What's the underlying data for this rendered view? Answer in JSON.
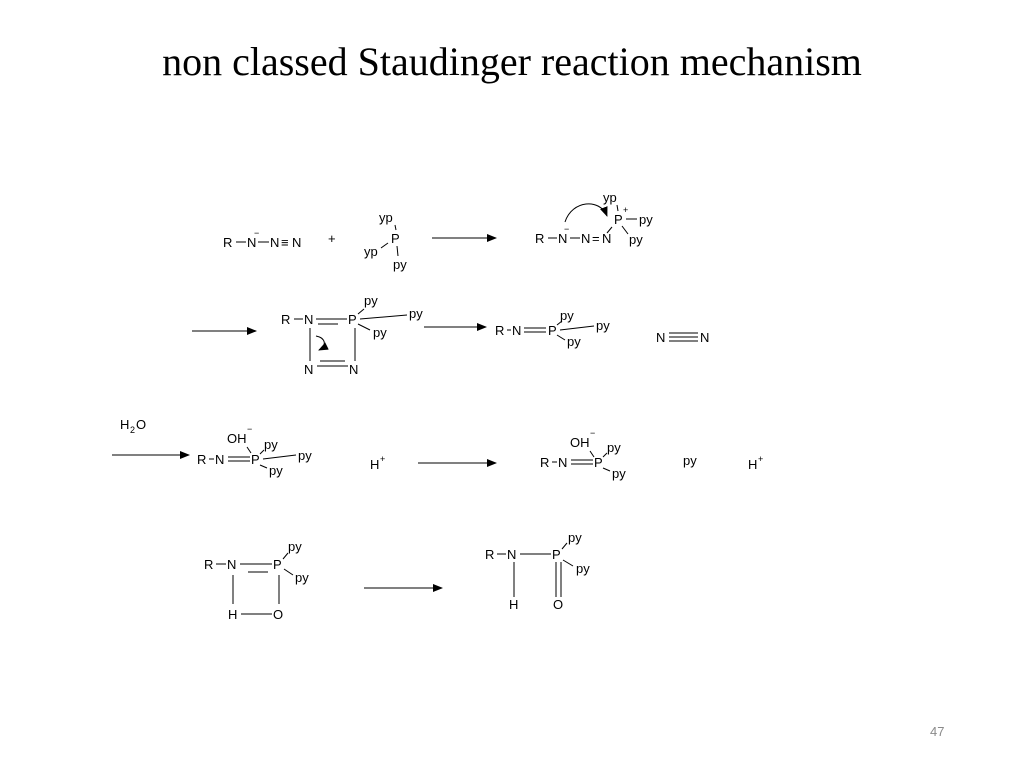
{
  "slide": {
    "title": "non classed Staudinger reaction mechanism",
    "page_number": "47"
  },
  "labels": {
    "R": "R",
    "N": "N",
    "P": "P",
    "H": "H",
    "O": "O",
    "py": "py",
    "yp": "yp",
    "OH": "OH",
    "minus": "−",
    "plus": "+",
    "H2O_base": "H",
    "H2O_sub": "2",
    "H2O_tail": "O",
    "Hplus_base": "H",
    "Hplus_sup": "+",
    "dash": "−",
    "triple": "≡",
    "double": "="
  }
}
